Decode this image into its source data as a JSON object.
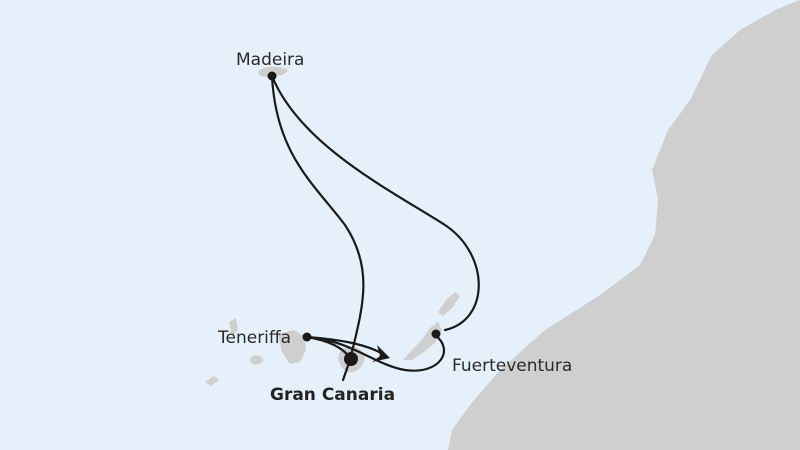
{
  "map": {
    "colors": {
      "sea": "#e6f0fb",
      "land": "#cfcfcf",
      "route": "#1a1a1a"
    },
    "ports": [
      {
        "id": "madeira",
        "label": "Madeira",
        "home_port": false
      },
      {
        "id": "teneriffa",
        "label": "Teneriffa",
        "home_port": false
      },
      {
        "id": "gran-canaria",
        "label": "Gran Canaria",
        "home_port": true
      },
      {
        "id": "fuerteventura",
        "label": "Fuerteventura",
        "home_port": false
      }
    ],
    "route_order": [
      "Gran Canaria",
      "Madeira",
      "Fuerteventura",
      "Teneriffa",
      "Gran Canaria"
    ]
  }
}
